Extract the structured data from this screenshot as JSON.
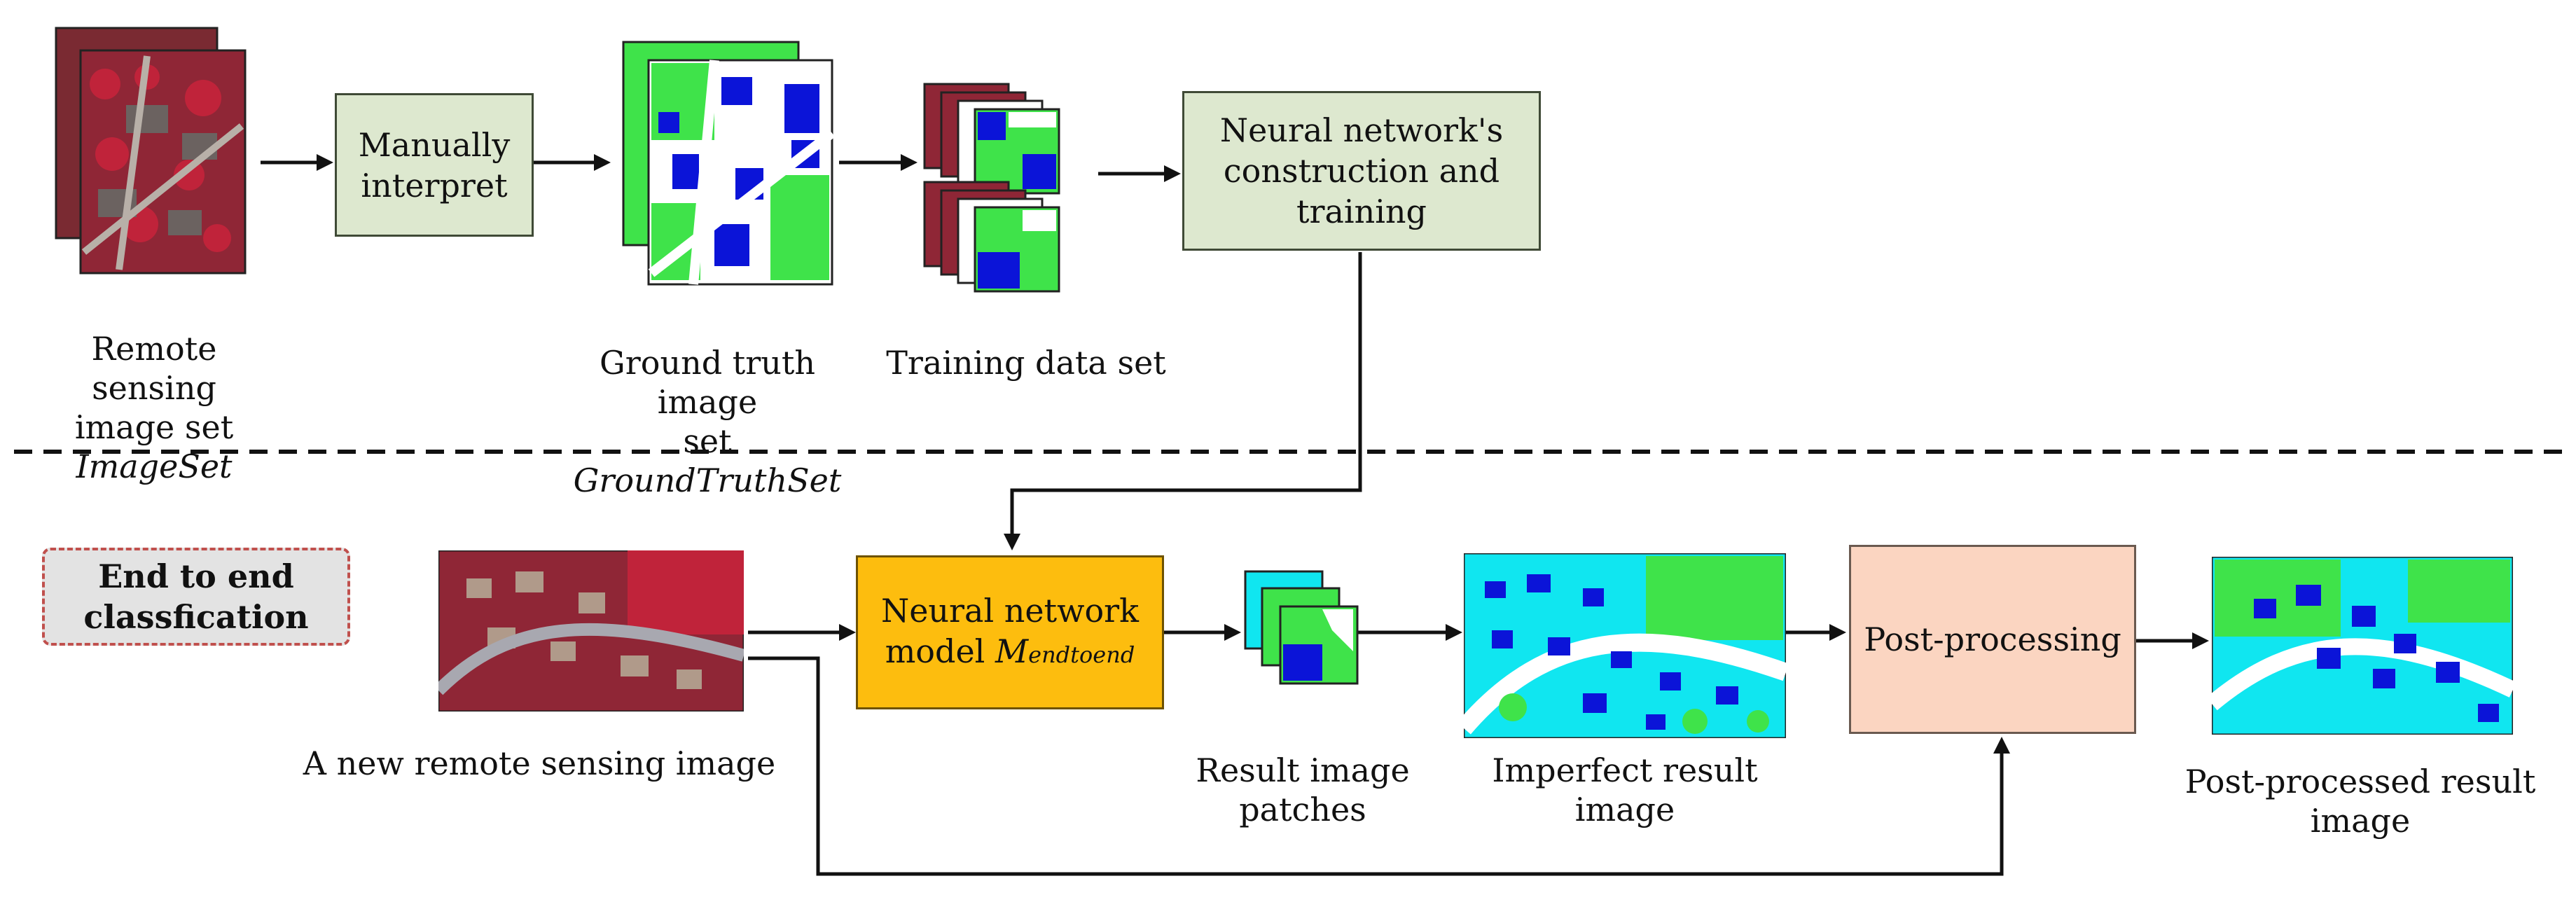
{
  "top": {
    "remote_sensing_label_line1": "Remote sensing",
    "remote_sensing_label_line2_prefix": "image set ",
    "remote_sensing_label_line2_italic": "ImageSet",
    "manual_box_line1": "Manually",
    "manual_box_line2": "interpret",
    "ground_truth_label_line1": "Ground truth image",
    "ground_truth_label_line2_prefix": "set ",
    "ground_truth_label_line2_italic": "GroundTruthSet",
    "training_label": "Training data set",
    "nn_box_line1": "Neural network's",
    "nn_box_line2": "construction and",
    "nn_box_line3": "training"
  },
  "bottom": {
    "end_to_end_line1": "End to end",
    "end_to_end_line2": "classfication",
    "new_image_label": "A new remote sensing image",
    "model_line1": "Neural network",
    "model_line2_prefix": "model ",
    "model_line2_italic": "M",
    "model_line2_sub": "endtoend",
    "patches_label_line1": "Result image",
    "patches_label_line2": "patches",
    "imperfect_label_line1": "Imperfect result",
    "imperfect_label_line2": "image",
    "post_box": "Post-processing",
    "post_label_line1": "Post-processed result",
    "post_label_line2": "image"
  },
  "colors": {
    "vegetation_red": "#c0233a",
    "building_blue": "#0b14d8",
    "lowveg_green": "#3fe34a",
    "background_cyan": "#10e6f0",
    "road_white": "#ffffff",
    "box_green": "#dde8cf",
    "box_orange": "#fdbd0e",
    "box_peach": "#fbd5c1",
    "dashed_red": "#c0504d"
  }
}
